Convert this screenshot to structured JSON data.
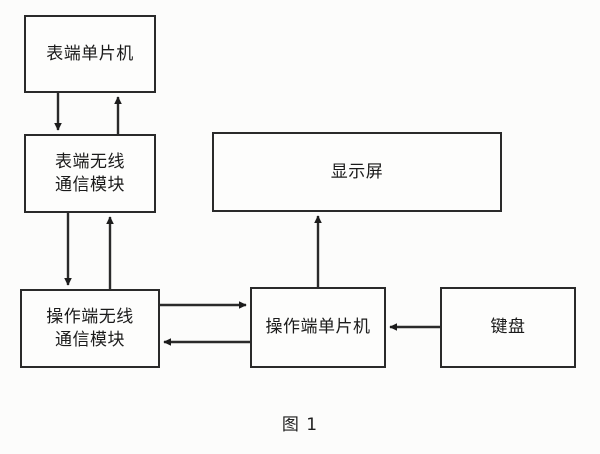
{
  "figure": {
    "caption": "图 1",
    "background_color": "#fcfcfb",
    "line_color": "#2a2a2a",
    "text_color": "#1a1a1a",
    "nodes": [
      {
        "id": "meter-mcu",
        "label": "表端单片机"
      },
      {
        "id": "meter-wireless",
        "label": "表端无线\n通信模块"
      },
      {
        "id": "op-wireless",
        "label": "操作端无线\n通信模块"
      },
      {
        "id": "display",
        "label": "显示屏"
      },
      {
        "id": "op-mcu",
        "label": "操作端单片机"
      },
      {
        "id": "keyboard",
        "label": "键盘"
      }
    ],
    "edges": [
      {
        "from": "meter-mcu",
        "to": "meter-wireless",
        "direction": "down"
      },
      {
        "from": "meter-wireless",
        "to": "meter-mcu",
        "direction": "up"
      },
      {
        "from": "meter-wireless",
        "to": "op-wireless",
        "direction": "down"
      },
      {
        "from": "op-wireless",
        "to": "meter-wireless",
        "direction": "up"
      },
      {
        "from": "op-wireless",
        "to": "op-mcu",
        "direction": "right"
      },
      {
        "from": "op-mcu",
        "to": "op-wireless",
        "direction": "left"
      },
      {
        "from": "op-mcu",
        "to": "display",
        "direction": "up"
      },
      {
        "from": "keyboard",
        "to": "op-mcu",
        "direction": "left"
      }
    ]
  }
}
